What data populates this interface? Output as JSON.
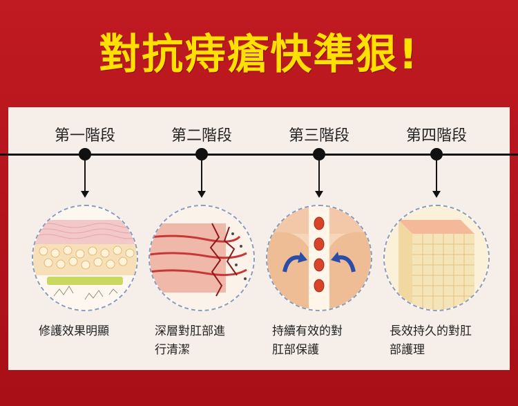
{
  "headline": "對抗痔瘡快準狠!",
  "stages": [
    {
      "label": "第一階段",
      "desc_lines": [
        "修護效果明顯"
      ]
    },
    {
      "label": "第二階段",
      "desc_lines": [
        "深層對肛部進",
        "行清潔"
      ]
    },
    {
      "label": "第三階段",
      "desc_lines": [
        "持續有效的對",
        "肛部保護"
      ]
    },
    {
      "label": "第四階段",
      "desc_lines": [
        "長效持久的對肛",
        "部護理"
      ]
    }
  ],
  "colors": {
    "background": "#b8141c",
    "headline": "#ffe000",
    "panel": "#f6eee8",
    "timeline": "#111111",
    "circle_border": "#8a9ab8"
  },
  "icons": [
    "skin-layer-icon",
    "tissue-cleaning-icon",
    "protection-layer-icon",
    "skin-care-icon"
  ]
}
